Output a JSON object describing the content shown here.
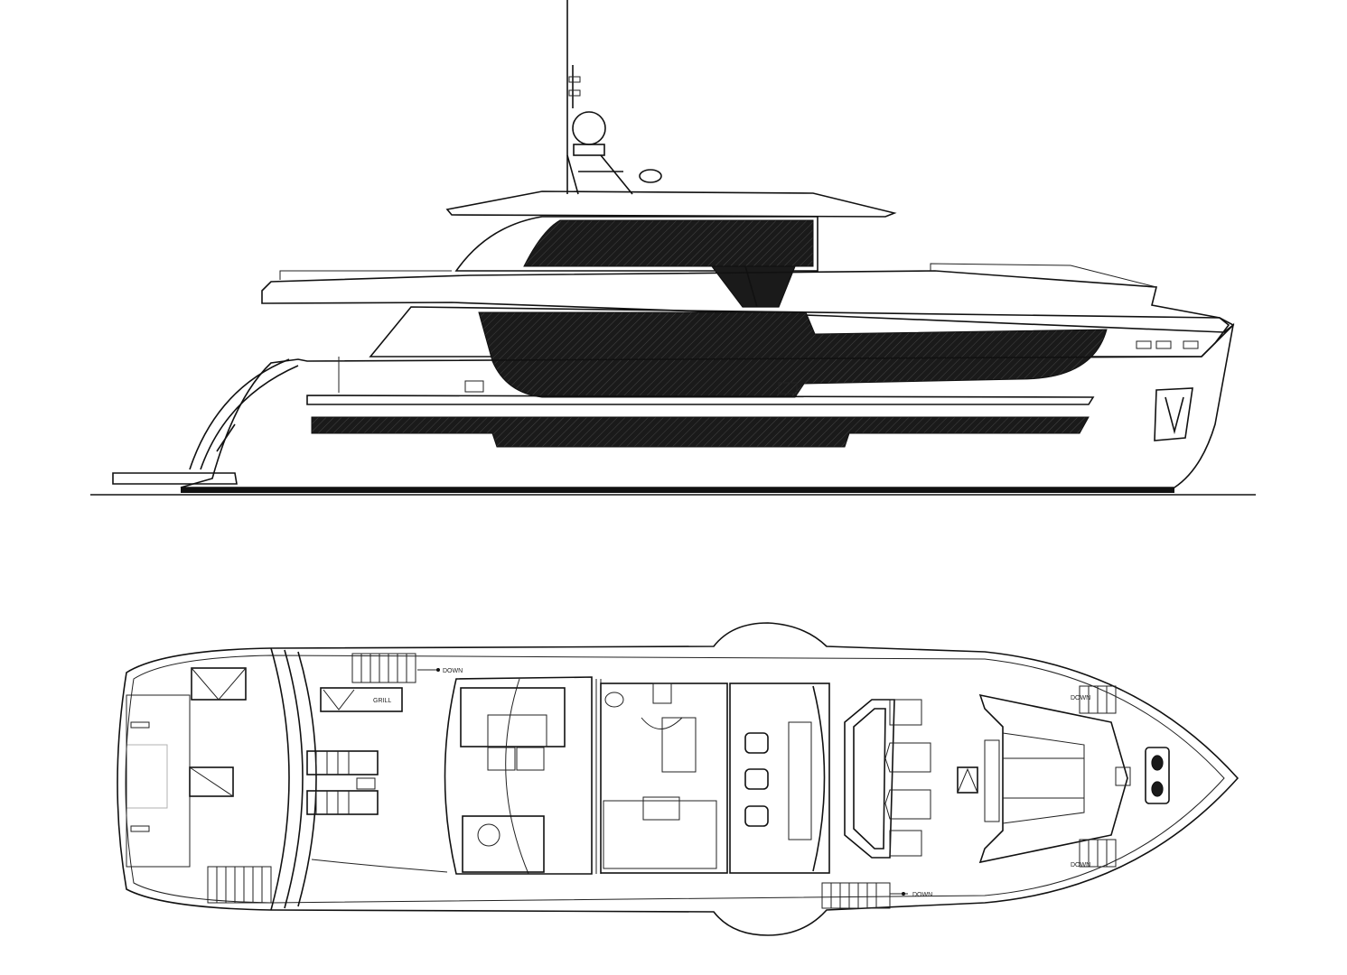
{
  "drawing": {
    "views": [
      "side-profile",
      "deck-plan"
    ],
    "line_color": "#111111",
    "glazing_color": "#1a1a1a",
    "labels": {
      "down_stern": "DOWN",
      "down_side": "DOWN",
      "down_bow_port": "DOWN",
      "down_bow_stbd": "DOWN",
      "grill": "GRILL"
    }
  }
}
